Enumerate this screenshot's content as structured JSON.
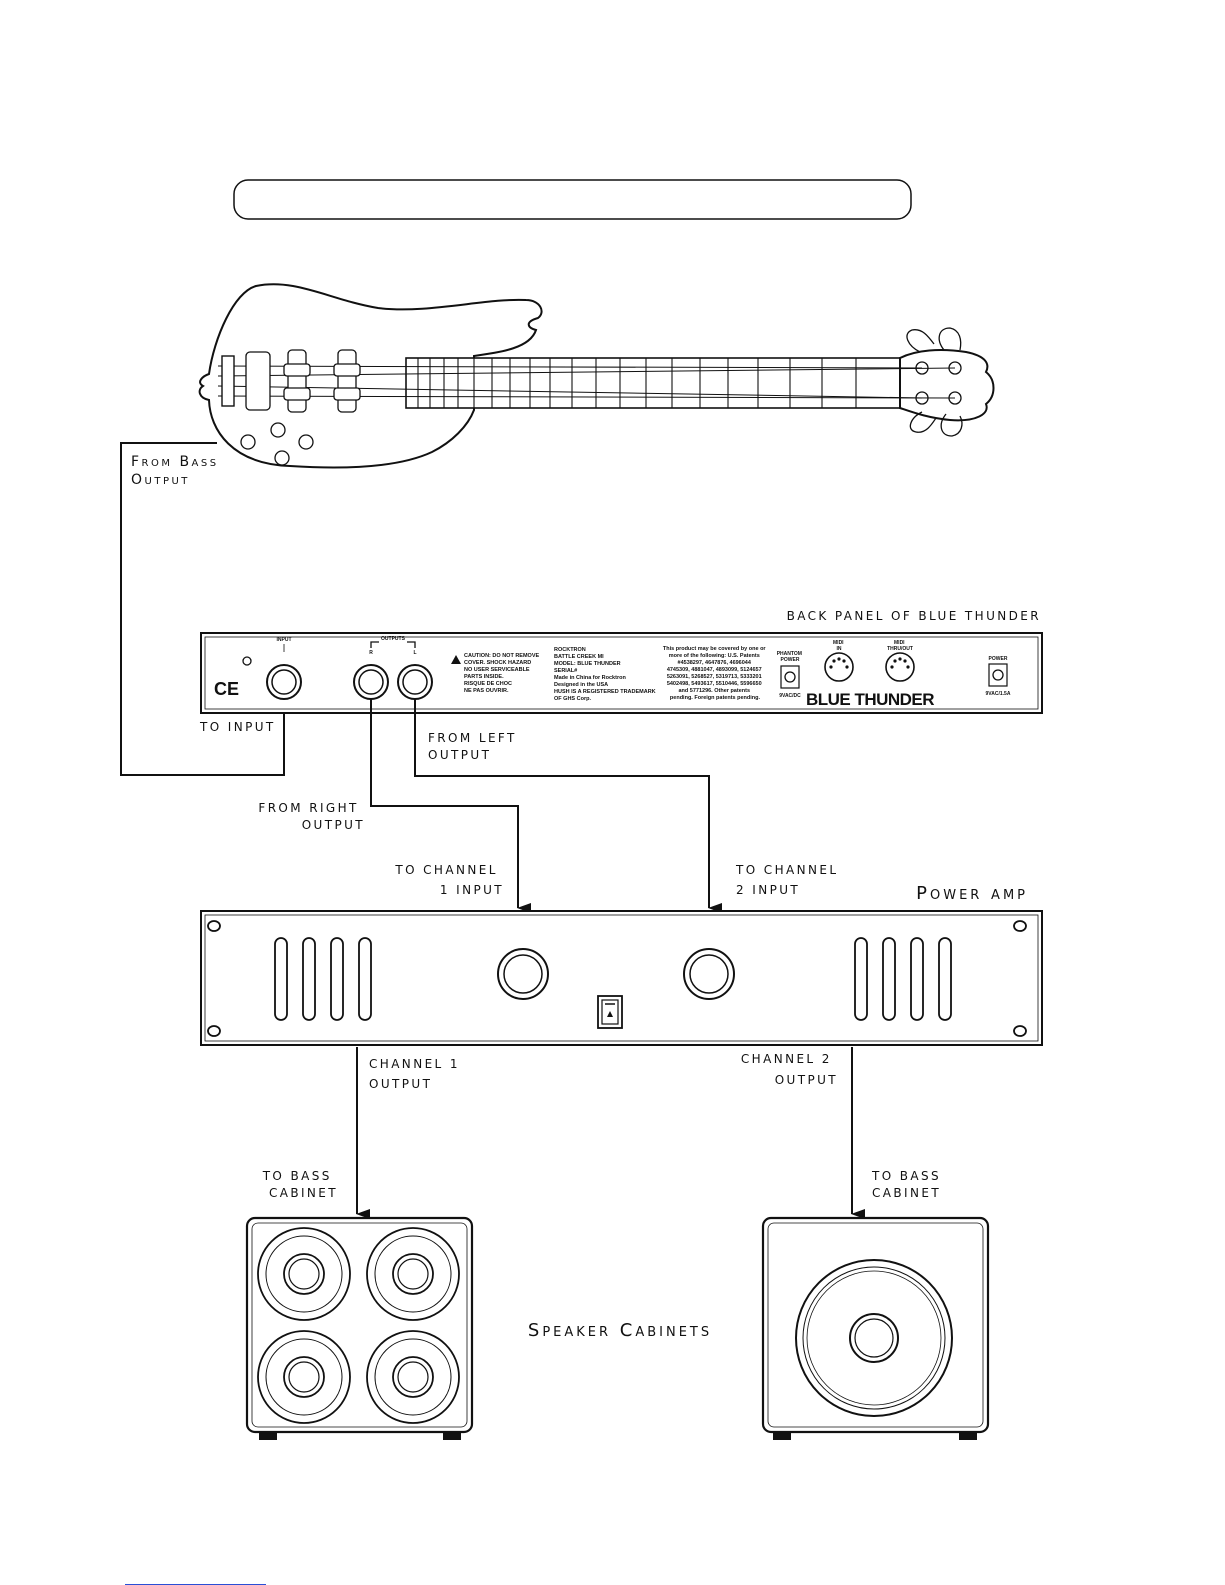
{
  "title_box_text": "",
  "bass": {
    "label": "From Bass\nOutput"
  },
  "back_panel": {
    "title": "BACK PANEL OF BLUE THUNDER",
    "input_label": "INPUT",
    "outputs_label": "OUTPUTS",
    "r_label": "R",
    "l_label": "L",
    "ce_mark": "CE",
    "caution_text": [
      "CAUTION: DO NOT REMOVE",
      "COVER. SHOCK HAZARD",
      "NO USER SERVICEABLE",
      "PARTS INSIDE.",
      "RISQUE DE CHOC",
      "NE PAS OUVRIR."
    ],
    "maker_text": [
      "ROCKTRON",
      "BATTLE CREEK MI",
      "MODEL: BLUE THUNDER",
      "SERIAL#",
      "Made in China for Rocktron",
      "Designed in the USA",
      "HUSH IS A REGISTERED TRADEMARK",
      "OF GHS Corp."
    ],
    "patent_text": [
      "This product may be covered by one or",
      "more of the following: U.S. Patents",
      "#4538297, 4647876, 4696044",
      "4745309, 4881047, 4893099, 5124657",
      "5263091, 5268527, 5319713, 5333201",
      "5402498, 5493617, 5510446, 5596650",
      "and 5771296. Other patents",
      "pending. Foreign patents pending."
    ],
    "phantom_label": [
      "PHANTOM",
      "POWER"
    ],
    "phantom_spec": "9VAC/DC",
    "midi_in_label": [
      "MIDI",
      "IN"
    ],
    "midi_thru_label": [
      "MIDI",
      "THRU/OUT"
    ],
    "power_label": "POWER",
    "power_spec": "9VAC/1.5A",
    "logo": "BLUE THUNDER"
  },
  "labels": {
    "to_input": "TO INPUT",
    "from_left": [
      "FROM LEFT",
      "OUTPUT"
    ],
    "from_right": [
      "FROM RIGHT",
      "OUTPUT"
    ],
    "to_ch1": [
      "TO CHANNEL",
      "1 INPUT"
    ],
    "to_ch2": [
      "TO CHANNEL",
      "2 INPUT"
    ],
    "power_amp": "Power amp",
    "ch1_out": [
      "CHANNEL 1",
      "OUTPUT"
    ],
    "ch2_out": [
      "CHANNEL 2",
      "OUTPUT"
    ],
    "to_bass_cab_left": [
      "TO BASS",
      "CABINET"
    ],
    "to_bass_cab_right": [
      "TO BASS",
      "CABINET"
    ],
    "speaker_cabinets": "Speaker Cabinets"
  }
}
